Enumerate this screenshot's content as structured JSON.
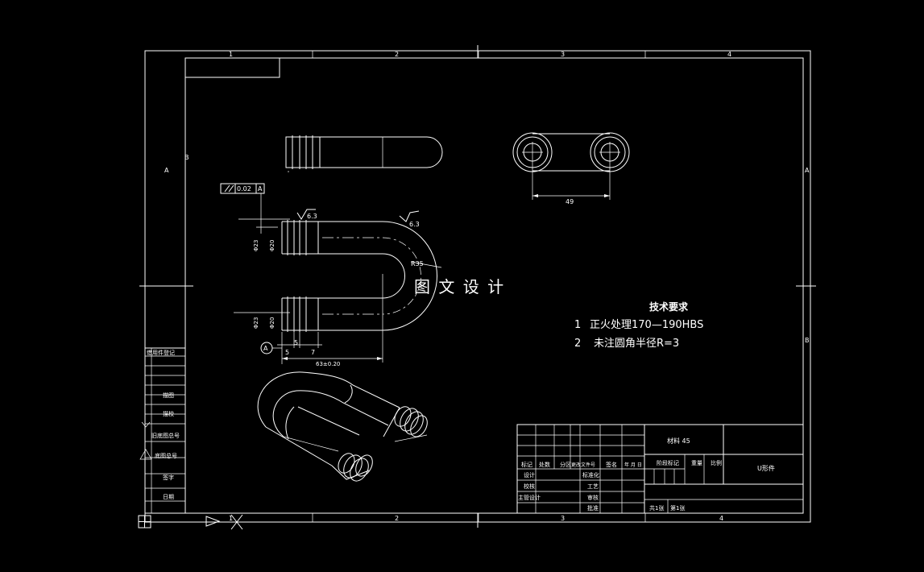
{
  "sheet": {
    "zones_top": [
      "1",
      "2",
      "3",
      "4"
    ],
    "zones_bottom": [
      "1",
      "2",
      "3",
      "4"
    ],
    "rows_left": [
      "A",
      "B"
    ],
    "rows_right": [
      "A",
      "B"
    ]
  },
  "watermark": "图 文 设 计",
  "tech_requirements": {
    "title": "技术要求",
    "item1_no": "1",
    "item1": "正火处理170—190HBS",
    "item2_no": "2",
    "item2": "未注圆角半径R=3"
  },
  "dimensions": {
    "tolerance": "0.02",
    "datum": "A",
    "roughness_1": "6.3",
    "roughness_2": "6.3",
    "radius": "R35",
    "center_distance": "49",
    "overall_length": "63±0.20",
    "len_5": "5",
    "len_5b": "5",
    "len_7": "7",
    "dia_1": "Φ23",
    "dia_2": "Φ20",
    "dia_3": "Φ23",
    "dia_4": "Φ20"
  },
  "left_strip": {
    "label1": "借用件登记",
    "label2": "描图",
    "label3": "描校",
    "label4": "旧底图总号",
    "label5": "底图总号",
    "label6": "签字",
    "label7": "日期"
  },
  "title_block": {
    "material": "材料 45",
    "part_name": "U形件",
    "h_mark": "标记",
    "h_count": "处数",
    "h_zone": "分区",
    "h_doc": "更改文件号",
    "h_sign": "签名",
    "h_date": "年 月 日",
    "h_stage": "阶段标记",
    "h_weight": "重量",
    "h_scale": "比例",
    "design": "设计",
    "std": "标准化",
    "check": "校核",
    "process": "工艺",
    "review": "审核",
    "manager": "主管设计",
    "approve": "批准",
    "sheets": "共1张",
    "sheet_no": "第1张"
  }
}
